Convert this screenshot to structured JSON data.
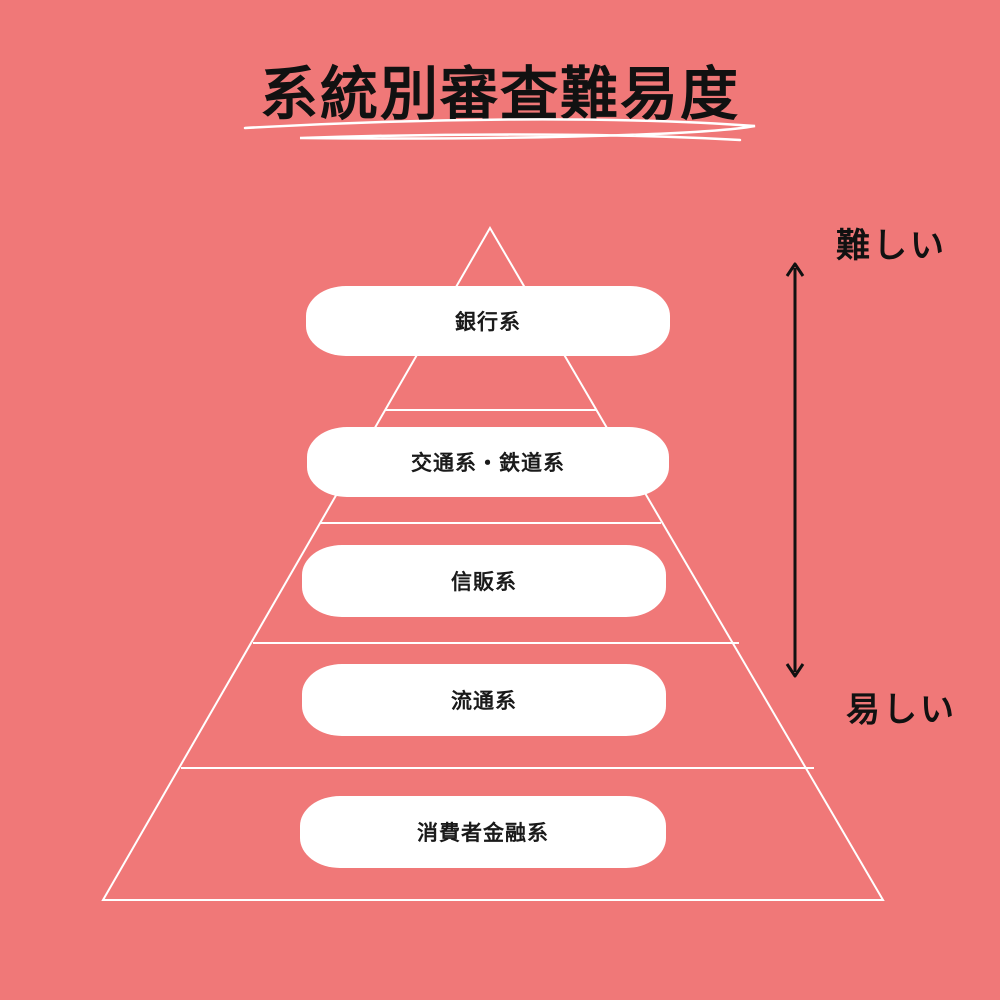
{
  "title": "系統別審査難易度",
  "tiers": [
    {
      "label": "銀行系"
    },
    {
      "label": "交通系・鉄道系"
    },
    {
      "label": "信販系"
    },
    {
      "label": "流通系"
    },
    {
      "label": "消費者金融系"
    }
  ],
  "scale": {
    "top_label": "難しい",
    "bottom_label": "易しい"
  },
  "colors": {
    "background": "#F07878",
    "pill": "#FFFFFF",
    "text": "#111111"
  }
}
